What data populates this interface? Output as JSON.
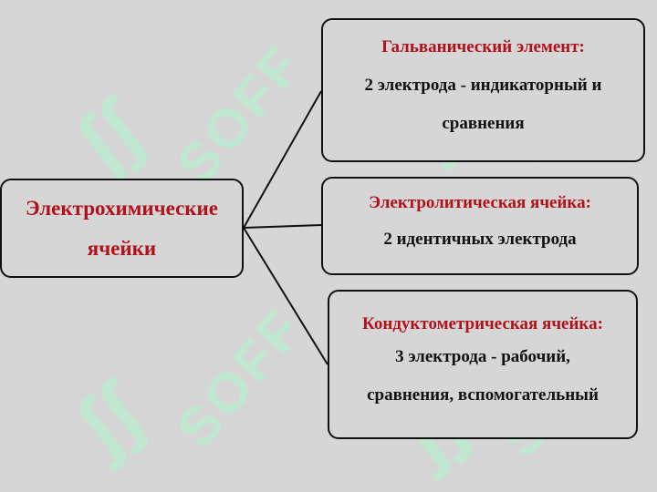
{
  "root": {
    "line1": "Электрохимические",
    "line2": "ячейки"
  },
  "cells": [
    {
      "title": "Гальванический элемент:",
      "line1": "2 электрода - индикаторный и",
      "line2": "сравнения"
    },
    {
      "title": "Электролитическая ячейка:",
      "line1": "2 идентичных электрода"
    },
    {
      "title": "Кондуктометрическая ячейка:",
      "line1": "3 электрода - рабочий,",
      "line2": "сравнения, вспомогательный"
    }
  ],
  "watermark": "SOFF",
  "colors": {
    "background": "#d6d6d6",
    "heading": "#b0121b",
    "text": "#111111",
    "watermark": "#b9efce"
  }
}
